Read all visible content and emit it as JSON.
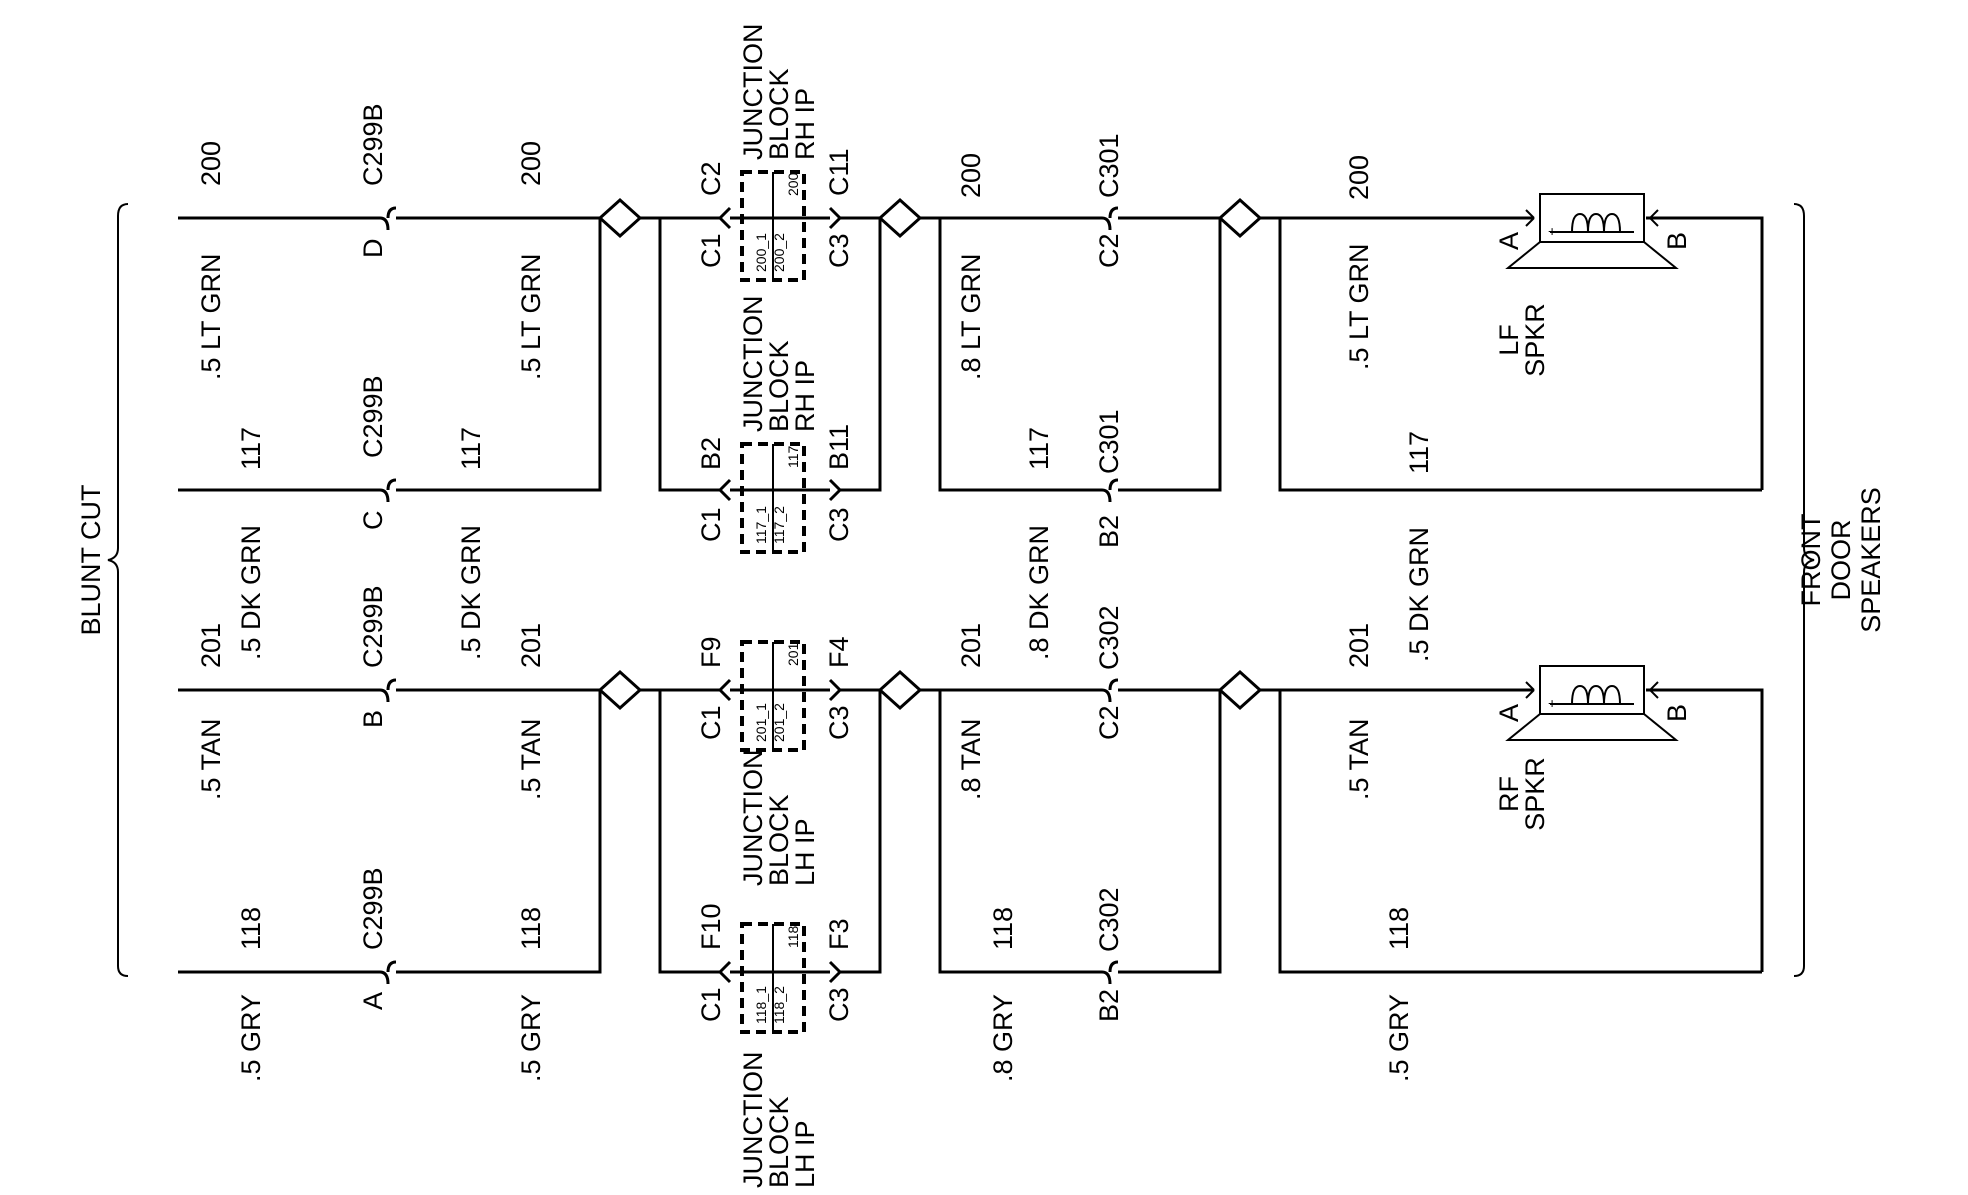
{
  "left_label": "BLUNT CUT",
  "right_label": [
    "FRONT",
    "DOOR",
    "SPEAKERS"
  ],
  "circuits": [
    {
      "id": "200",
      "circuit": "200",
      "wire_left": ".5 LT GRN",
      "wire_mid": ".8 LT GRN",
      "wire_right": ".5 LT GRN",
      "c299b_pin": "D",
      "c299b_name": "C299B",
      "jb_in": "C2",
      "jb_in_pin": "C1",
      "jb_out": "C11",
      "jb_out_pin": "C3",
      "jb_name": [
        "JUNCTION",
        "BLOCK",
        "RH IP"
      ],
      "jb_box_label": "200",
      "jb_sub1": "200_1",
      "jb_sub2": "200_2",
      "c30x_pin": "C2",
      "c30x_name": "C301"
    },
    {
      "id": "117",
      "circuit": "117",
      "wire_left": ".5 DK GRN",
      "wire_mid": ".8 DK GRN",
      "wire_right": ".5 DK GRN",
      "c299b_pin": "C",
      "c299b_name": "C299B",
      "jb_in": "B2",
      "jb_in_pin": "C1",
      "jb_out": "B11",
      "jb_out_pin": "C3",
      "jb_name": [
        "JUNCTION",
        "BLOCK",
        "RH IP"
      ],
      "jb_box_label": "117",
      "jb_sub1": "117_1",
      "jb_sub2": "117_2",
      "c30x_pin": "B2",
      "c30x_name": "C301"
    },
    {
      "id": "201",
      "circuit": "201",
      "wire_left": ".5 TAN",
      "wire_mid": ".8 TAN",
      "wire_right": ".5 TAN",
      "c299b_pin": "B",
      "c299b_name": "C299B",
      "jb_in": "F9",
      "jb_in_pin": "C1",
      "jb_out": "F4",
      "jb_out_pin": "C3",
      "jb_name": [
        "JUNCTION",
        "BLOCK",
        "LH IP"
      ],
      "jb_box_label": "201",
      "jb_sub1": "201_1",
      "jb_sub2": "201_2",
      "c30x_pin": "C2",
      "c30x_name": "C302"
    },
    {
      "id": "118",
      "circuit": "118",
      "wire_left": ".5 GRY",
      "wire_mid": ".8 GRY",
      "wire_right": ".5 GRY",
      "c299b_pin": "A",
      "c299b_name": "C299B",
      "jb_in": "F10",
      "jb_in_pin": "C1",
      "jb_out": "F3",
      "jb_out_pin": "C3",
      "jb_name": [
        "JUNCTION",
        "BLOCK",
        "LH IP"
      ],
      "jb_box_label": "118",
      "jb_sub1": "118_1",
      "jb_sub2": "118_2",
      "c30x_pin": "B2",
      "c30x_name": "C302"
    }
  ],
  "speakers": [
    {
      "id": "lf",
      "name": [
        "LF",
        "SPKR"
      ],
      "pin_a": "A",
      "pin_b": "B",
      "plus": "+",
      "minus": "-"
    },
    {
      "id": "rf",
      "name": [
        "RF",
        "SPKR"
      ],
      "pin_a": "A",
      "pin_b": "B",
      "plus": "+",
      "minus": "-"
    }
  ]
}
